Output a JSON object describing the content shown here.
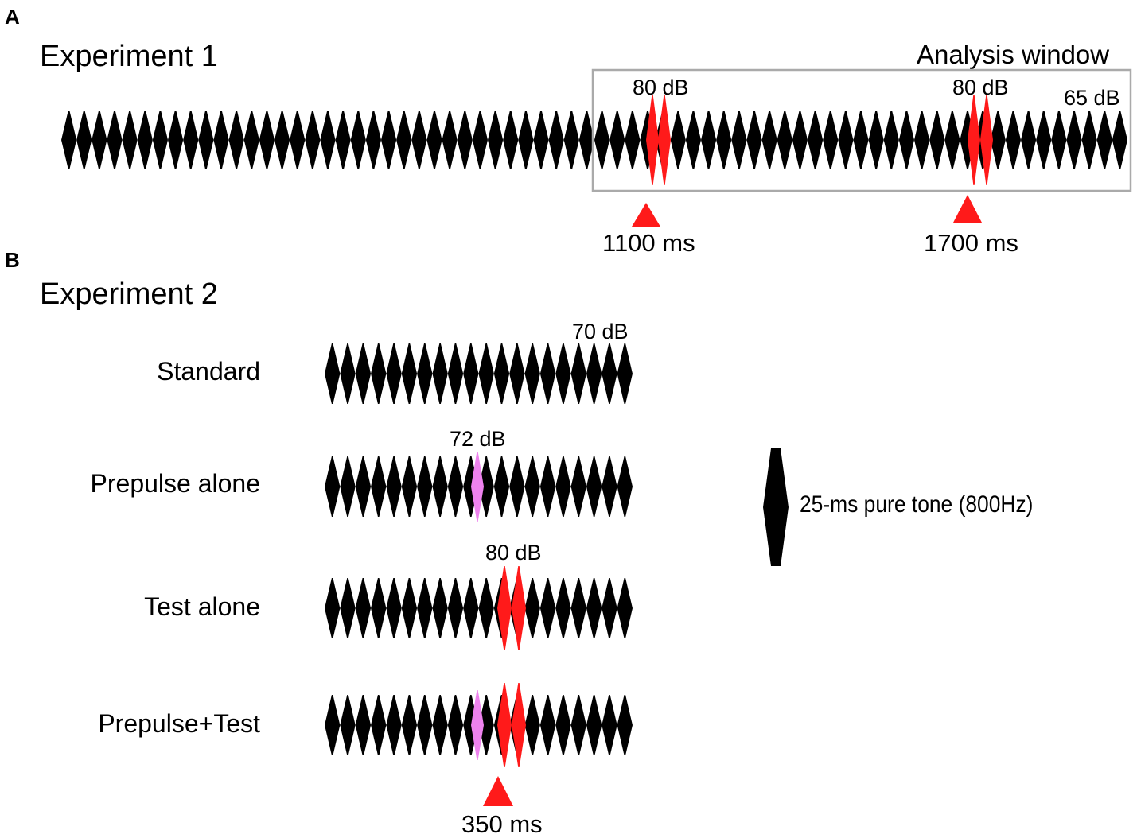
{
  "panel_a": {
    "letter": "A",
    "title": "Experiment 1",
    "window_label": "Analysis window",
    "test_level_1": "80 dB",
    "test_level_2": "80 dB",
    "background_level": "65 dB",
    "marker_1": "1100 ms",
    "marker_2": "1700 ms"
  },
  "panel_b": {
    "letter": "B",
    "title": "Experiment 2",
    "conditions": [
      {
        "label": "Standard",
        "level": "70 dB"
      },
      {
        "label": "Prepulse alone",
        "level": "72 dB"
      },
      {
        "label": "Test alone",
        "level": "80 dB"
      },
      {
        "label": "Prepulse+Test",
        "level": ""
      }
    ],
    "marker": "350 ms"
  },
  "legend": {
    "label": "25-ms pure tone (800Hz)"
  },
  "colors": {
    "tone": "#000000",
    "test": "#ff1a1a",
    "prepulse": "#ee82ee",
    "marker": "#ff1a1a",
    "window_border": "#aaaaaa"
  }
}
